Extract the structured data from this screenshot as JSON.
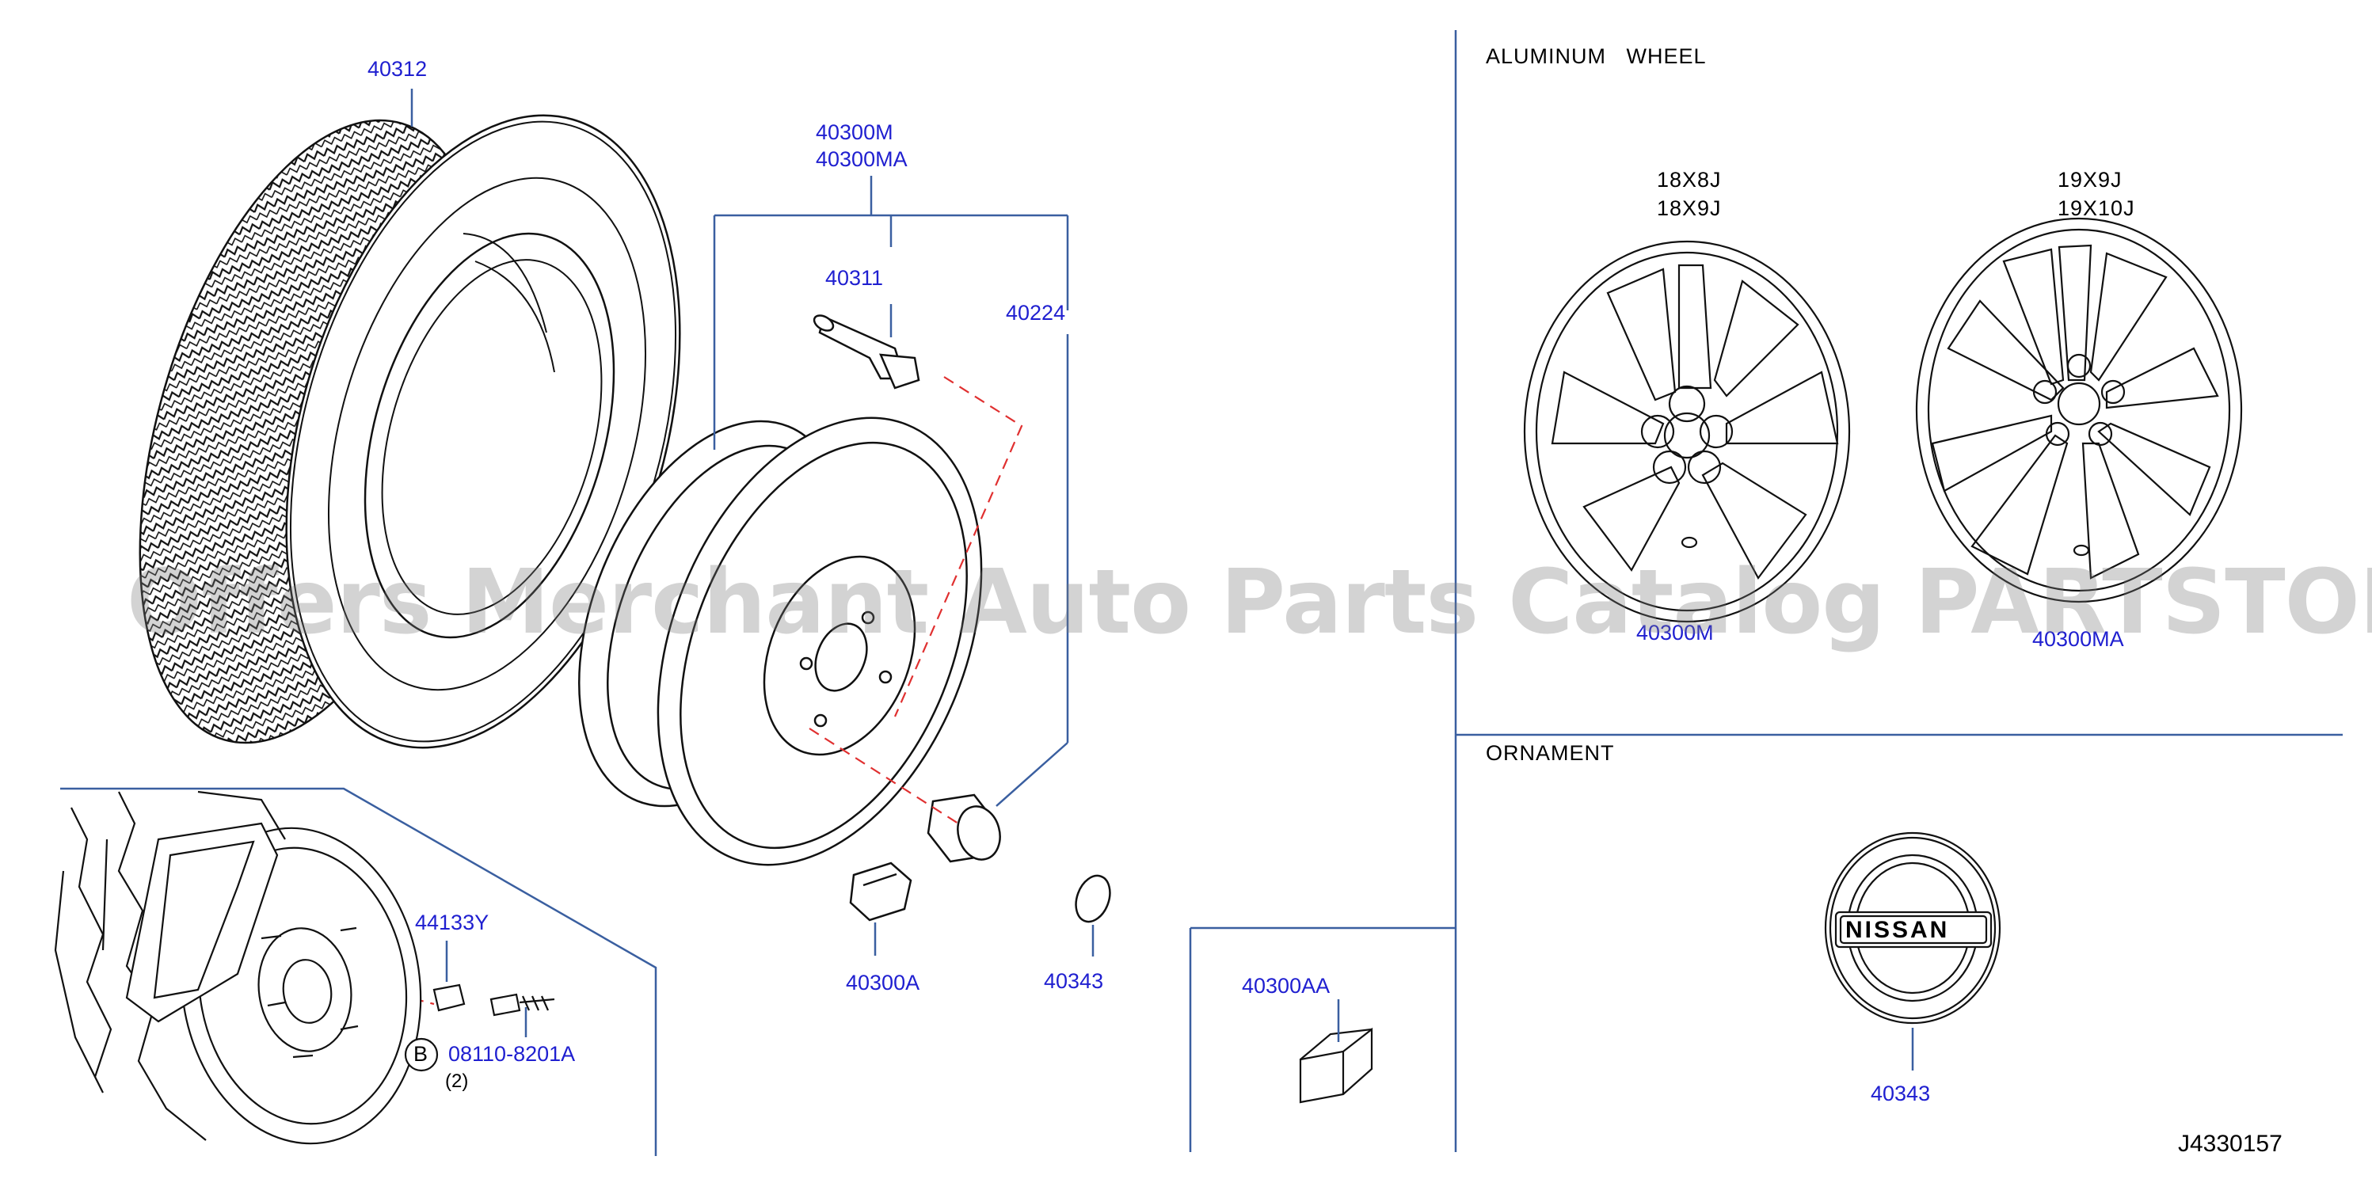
{
  "main_view": {
    "labels": {
      "tire": "40312",
      "wheel_assy_1": "40300M",
      "wheel_assy_2": "40300MA",
      "valve": "40311",
      "nut": "40224",
      "balance_weight": "40300A",
      "cap": "40343"
    }
  },
  "hub_detail": {
    "spacer": "44133Y",
    "bolt_symbol": "B",
    "bolt": "08110-8201A",
    "bolt_qty": "(2)"
  },
  "aluminum_section": {
    "title": "ALUMINUM   WHEEL",
    "wheel_left": {
      "size_1": "18X8J",
      "size_2": "18X9J",
      "part": "40300M"
    },
    "wheel_right": {
      "size_1": "19X9J",
      "size_2": "19X10J",
      "part": "40300MA"
    }
  },
  "weight_box": {
    "part": "40300AA"
  },
  "ornament_section": {
    "title": "ORNAMENT",
    "emblem_text": "NISSAN",
    "part": "40343"
  },
  "diagram_code": "J4330157",
  "watermark": "Offers Merchant Auto Parts Catalog PARTSTORE.SA",
  "colors": {
    "label_blue": "#1f1fd0",
    "line_blue": "#3a5fa0",
    "leader_red": "#e03030",
    "ink": "#111111"
  }
}
